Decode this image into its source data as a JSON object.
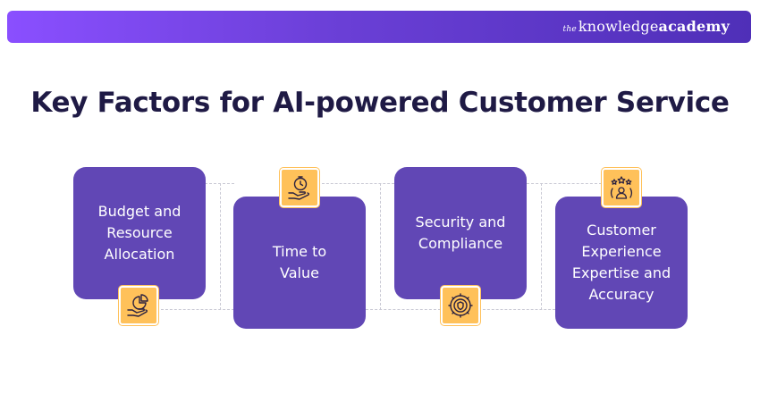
{
  "brand": {
    "the": "the",
    "knowledge": "knowledge",
    "academy": "academy"
  },
  "title": "Key Factors for AI-powered Customer Service",
  "factors": [
    {
      "label": "Budget and\nResource\nAllocation",
      "icon": "hand-pie-chart-icon"
    },
    {
      "label": "Time to\nValue",
      "icon": "hand-stopwatch-icon"
    },
    {
      "label": "Security and\nCompliance",
      "icon": "security-gear-icon"
    },
    {
      "label": "Customer\nExperience\nExpertise and\nAccuracy",
      "icon": "customer-rating-icon"
    }
  ],
  "colors": {
    "card": "#6147b5",
    "badge": "#ffc15a",
    "title": "#1f1a45",
    "banner_start": "#8a4fff",
    "banner_end": "#4f2fb8"
  }
}
